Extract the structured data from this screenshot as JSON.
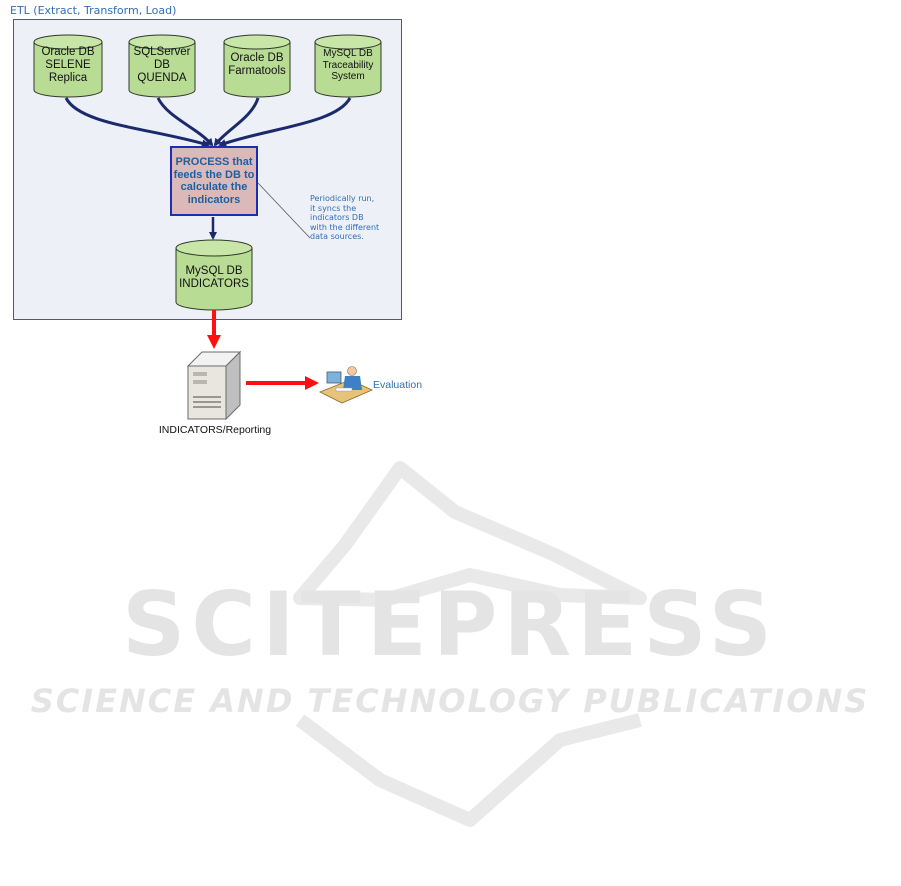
{
  "diagram": {
    "title": "ETL (Extract, Transform, Load)",
    "sources": [
      {
        "label": "Oracle DB\nSELENE\nReplica"
      },
      {
        "label": "SQLServer\nDB\nQUENDA"
      },
      {
        "label": "Oracle DB\nFarmatools"
      },
      {
        "label": "MySQL DB\nTraceability\nSystem"
      }
    ],
    "process": {
      "keyword": "PROCESS",
      "rest": " that feeds the DB to calculate the indicators"
    },
    "note": "Periodically run, it syncs the indicators DB with the different data sources.",
    "indicators_db": "MySQL DB\nINDICATORS",
    "server_label": "INDICATORS/Reporting",
    "evaluation_label": "Evaluation"
  },
  "watermark": {
    "line1": "SCITEPRESS",
    "line2": "SCIENCE AND TECHNOLOGY PUBLICATIONS"
  },
  "colors": {
    "cylinder_fill": "#b9dc95",
    "cylinder_top": "#c8e6a8",
    "arrow_blue": "#1a2a6c",
    "arrow_red": "#ff1010",
    "process_fill": "#dbb9b9",
    "process_border": "#1d2db8",
    "panel_fill": "#eef0f8",
    "label_blue": "#2f6fb6",
    "watermark_gray": "#e6e6e6"
  }
}
